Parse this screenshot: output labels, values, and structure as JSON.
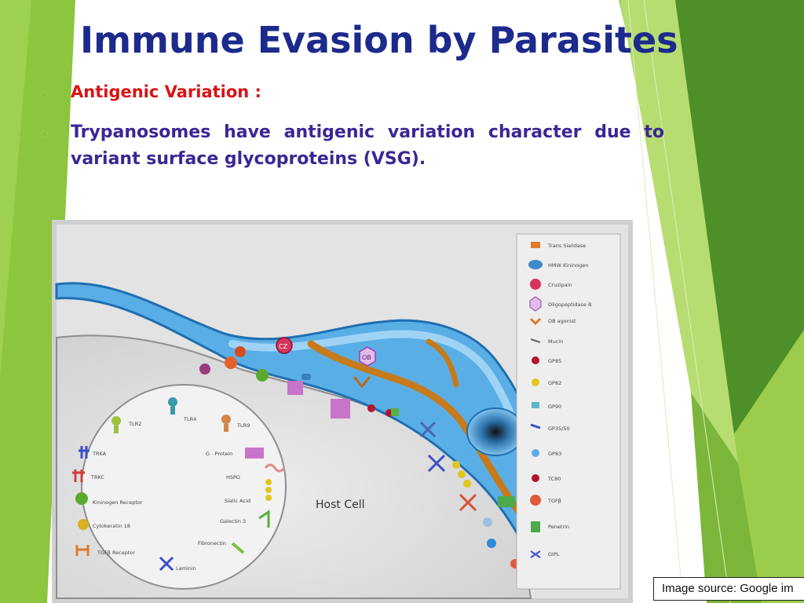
{
  "slide": {
    "title": "Immune Evasion by Parasites",
    "subheading": "Antigenic Variation :",
    "paragraph": "Trypanosomes have antigenic variation character due to variant surface glycoproteins (VSG).",
    "image_credit": "Image source: Google im"
  },
  "diagram": {
    "host_label": "Host Cell",
    "parasite_labels": [
      "CZ",
      "OB"
    ],
    "legend": [
      "Trans Sialidase",
      "HMW Kininogen",
      "Cruzipain",
      "Oligopeptidase B",
      "OB agonist",
      "Mucin",
      "GP85",
      "GP82",
      "GP90",
      "GP35/50",
      "GP83",
      "TC80",
      "TGFβ",
      "Penetrin",
      "GIPL"
    ],
    "receptors_left": [
      "TLR2",
      "TRKA",
      "TRKC",
      "Kininogen Receptor",
      "Cytokeratin 18",
      "TGFβ Receptor"
    ],
    "receptors_top": [
      "TLR4",
      "TLR9"
    ],
    "receptors_right": [
      "G - Protein",
      "HSPG",
      "Sialic Acid",
      "Galectin 3",
      "Fibronectin",
      "Laminin"
    ]
  },
  "colors": {
    "title": "#1c2a8c",
    "subheading": "#d81313",
    "paragraph": "#3b2696",
    "green_light": "#8dc63f",
    "green_dark": "#4f8f27",
    "parasite_blue": "#4ea4e0",
    "kinetoplast_orange": "#c77a1a"
  }
}
